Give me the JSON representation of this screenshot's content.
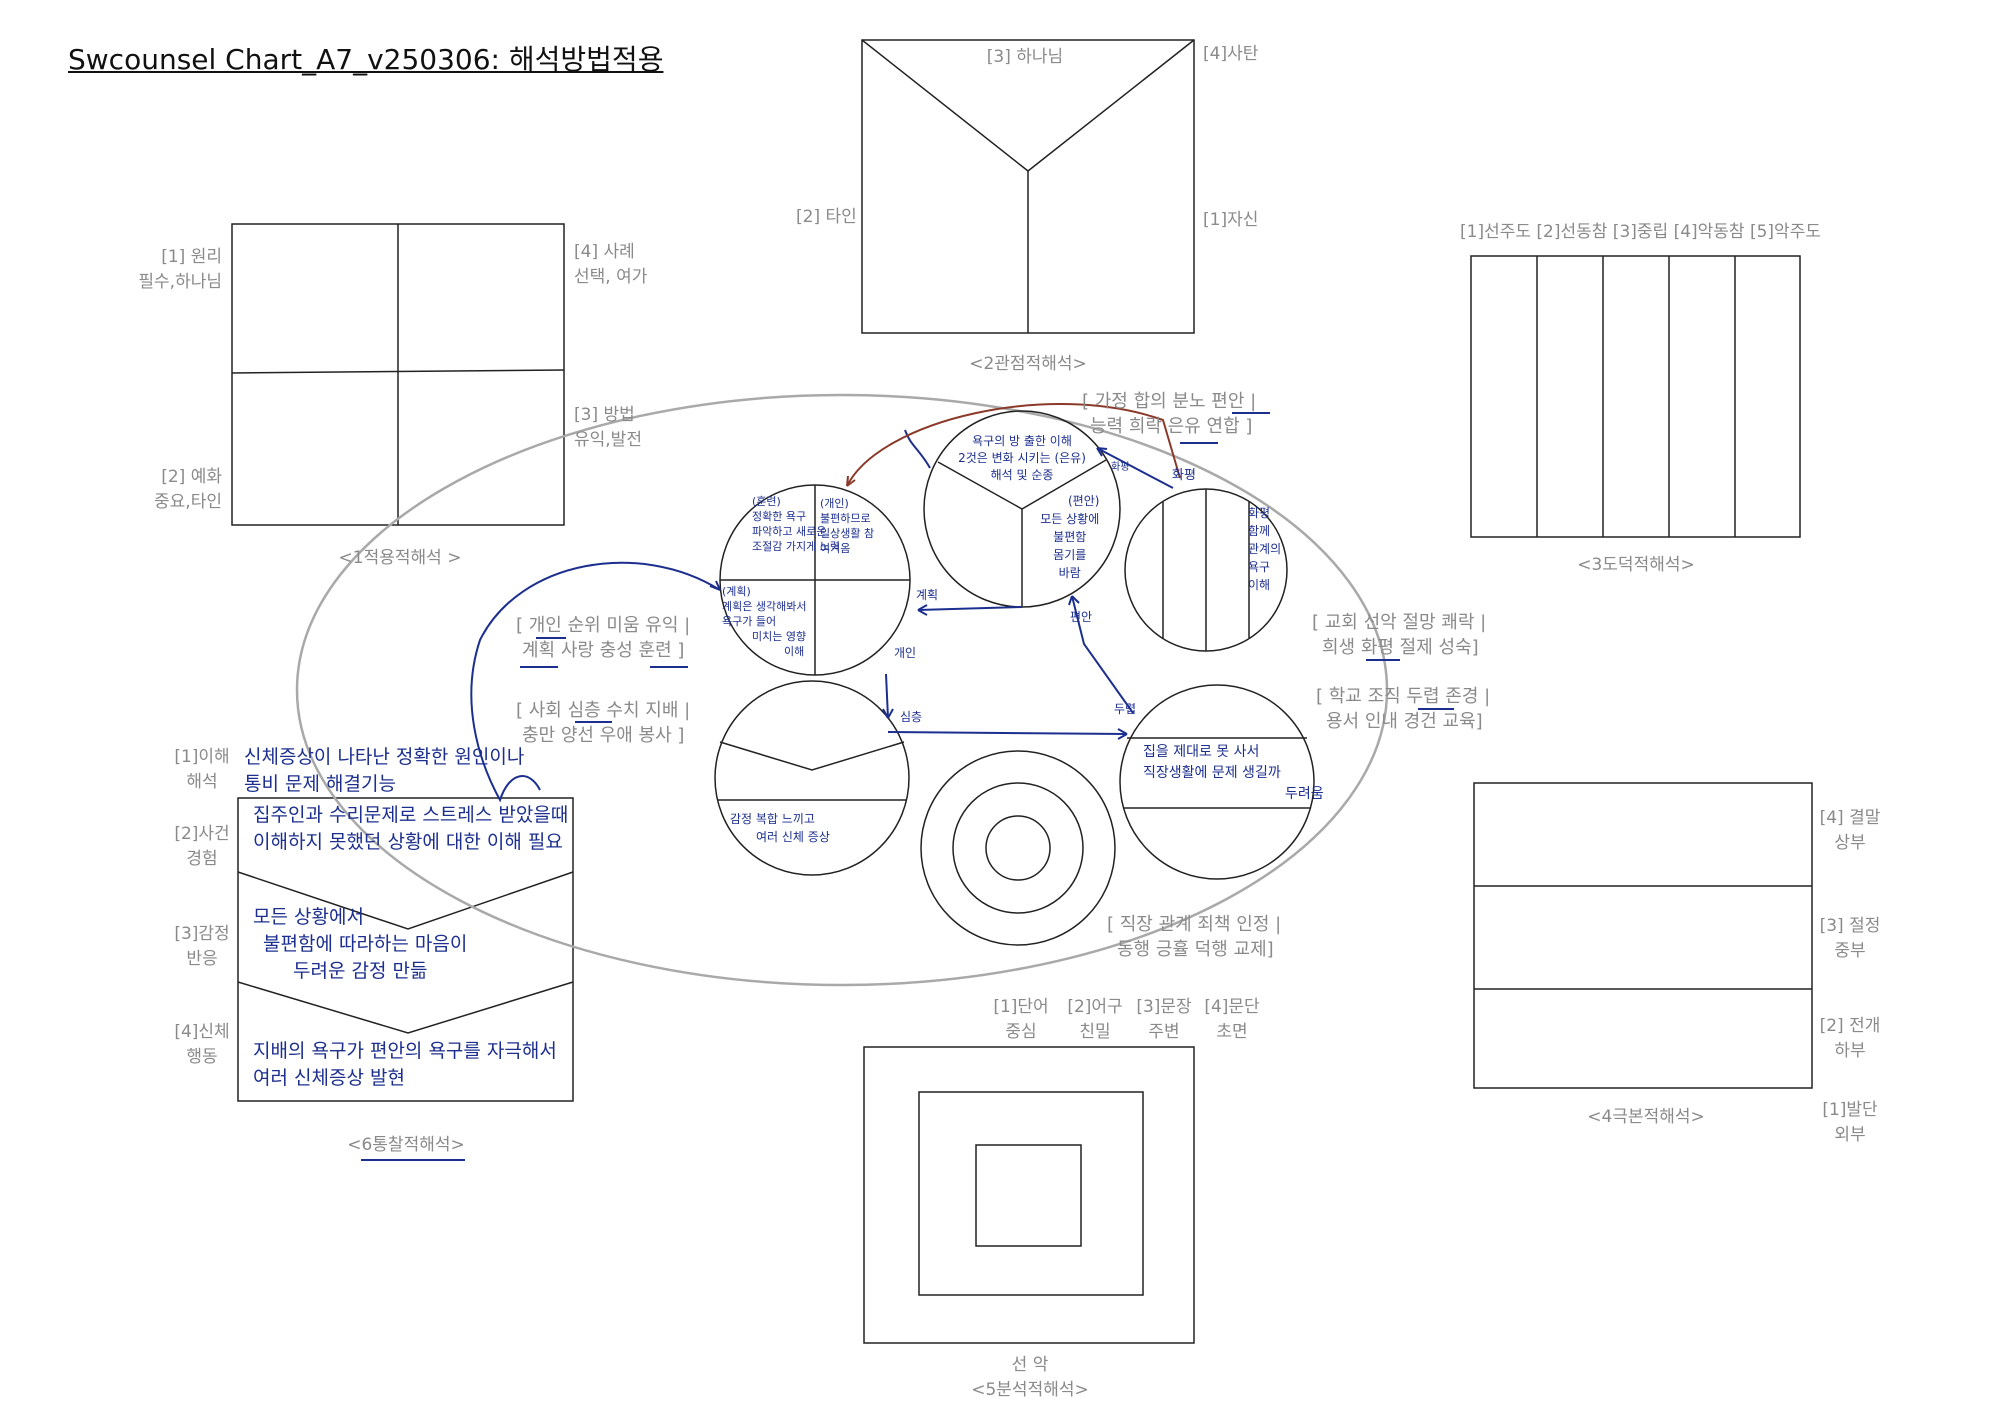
{
  "title": "Swcounsel Chart_A7_v250306: 해석방법적용",
  "d1": {
    "caption": "<1적용적해석 >",
    "q1_line1": "[1] 원리",
    "q1_line2": "필수,하나님",
    "q4_line1": "[4] 사례",
    "q4_line2": "선택, 여가",
    "q3_line1": "[3] 방법",
    "q3_line2": "유익,발전",
    "q2_line1": "[2] 예화",
    "q2_line2": "중요,타인"
  },
  "d2": {
    "caption": "<2관점적해석>",
    "top": "[3]  하나님",
    "top_right": "[4]사탄",
    "left": "[2]  타인",
    "right": "[1]자신"
  },
  "d3": {
    "caption": "<3도덕적해석>",
    "header": "[1]선주도 [2]선동참 [3]중립 [4]악동참 [5]악주도"
  },
  "d4": {
    "caption": "<4극본적해석>",
    "r4_line1": "[4]  결말",
    "r4_line2": "상부",
    "r3_line1": "[3]  절정",
    "r3_line2": "중부",
    "r2_line1": "[2]  전개",
    "r2_line2": "하부",
    "r1_line1": "[1]발단",
    "r1_line2": "외부"
  },
  "d5": {
    "caption": "<5분석적해석>",
    "bottom": "선      악",
    "h1_line1": "[1]단어",
    "h1_line2": "중심",
    "h2_line1": "[2]어구",
    "h2_line2": "친밀",
    "h3_line1": "[3]문장",
    "h3_line2": "주변",
    "h4_line1": "[4]문단",
    "h4_line2": "초면"
  },
  "d6": {
    "caption": "<6통찰적해석>",
    "l1_line1": "[1]이해",
    "l1_line2": "해석",
    "l2_line1": "[2]사건",
    "l2_line2": "경험",
    "l3_line1": "[3]감정",
    "l3_line2": "반응",
    "l4_line1": "[4]신체",
    "l4_line2": "행동",
    "hw_top_1": "신체증상이 나타난  정확한 원인이나",
    "hw_top_2": "통비 문제 해결기능",
    "hw_box1_1": "집주인과 수리문제로 스트레스 받았을때",
    "hw_box1_2": "이해하지 못했던 상황에 대한 이해 필요",
    "hw_box2_1": "모든 상황에서",
    "hw_box2_2": "불편함에 따라하는 마음이",
    "hw_box2_3": "두려운 감정 만듦",
    "hw_box3_1": "지배의 욕구가 편안의 욕구를 자극해서",
    "hw_box3_2": "여러 신체증상 발현"
  },
  "categories": {
    "family_1": "[ 가정  합의  분노  편안  |",
    "family_2": "능력  희락  은유  연합  ]",
    "personal_1": "[ 개인  순위  미움  유익  |",
    "personal_2": "계획  사랑  충성  훈련  ]",
    "society_1": "[ 사회  심층  수치  지배  |",
    "society_2": "충만  양선  우애  봉사  ]",
    "church_1": "[ 교회  선악  절망  쾌락  |",
    "church_2": "희생  화평  절제  성숙]",
    "school_1": "[ 학교  조직  두렵  존경  |",
    "school_2": "용서  인내  경건  교육]",
    "work_1": "[ 직장  관계  죄책  인정  |",
    "work_2": "동행  긍휼  덕행  교제]"
  },
  "circle_notes": {
    "c1_tl_1": "(훈련)",
    "c1_tl_2": "정확한 욕구",
    "c1_tl_3": "파악하고 새로운",
    "c1_tl_4": "조절감 가지게 노력",
    "c1_tr_1": "(개인)",
    "c1_tr_2": "불편하므로",
    "c1_tr_3": "일상생활 참",
    "c1_tr_4": "여겨옴",
    "c1_bl_1": "(계획)",
    "c1_bl_2": "계획은 생각해봐서",
    "c1_bl_3": "욕구가 들어",
    "c1_bl_4": "미치는 영향",
    "c1_bl_5": "이해",
    "c2_top_1": "욕구의 방 출한 이해",
    "c2_top_2": "2것은 변화 시키는 (은유)",
    "c2_top_3": "해석 및 순종",
    "c2_r_1": "(편안)",
    "c2_r_2": "모든 상황에",
    "c2_r_3": "불편함",
    "c2_r_4": "몸기를",
    "c2_r_5": "바람",
    "c3_1": "화평",
    "c3_2": "함께",
    "c3_3": "관계의",
    "c3_4": "욕구",
    "c3_5": "이해",
    "c3_head": "화평",
    "c4_1": "감정 복합 느끼고",
    "c4_2": "여러 신체 증상",
    "c5_1": "집을 제대로 못 사서",
    "c5_2": "직장생활에 문제 생길까",
    "c5_3": "두려움"
  },
  "arrow_labels": {
    "gyehoek": "계획",
    "gaein": "개인",
    "pyeonan": "편안",
    "simcheung": "심층",
    "duryeo": "두렵",
    "hwapyeong": "화평"
  },
  "colors": {
    "ink": "#1c2f8f",
    "brown": "#8b3a2a",
    "gray_ellipse": "#a9a9a9"
  }
}
